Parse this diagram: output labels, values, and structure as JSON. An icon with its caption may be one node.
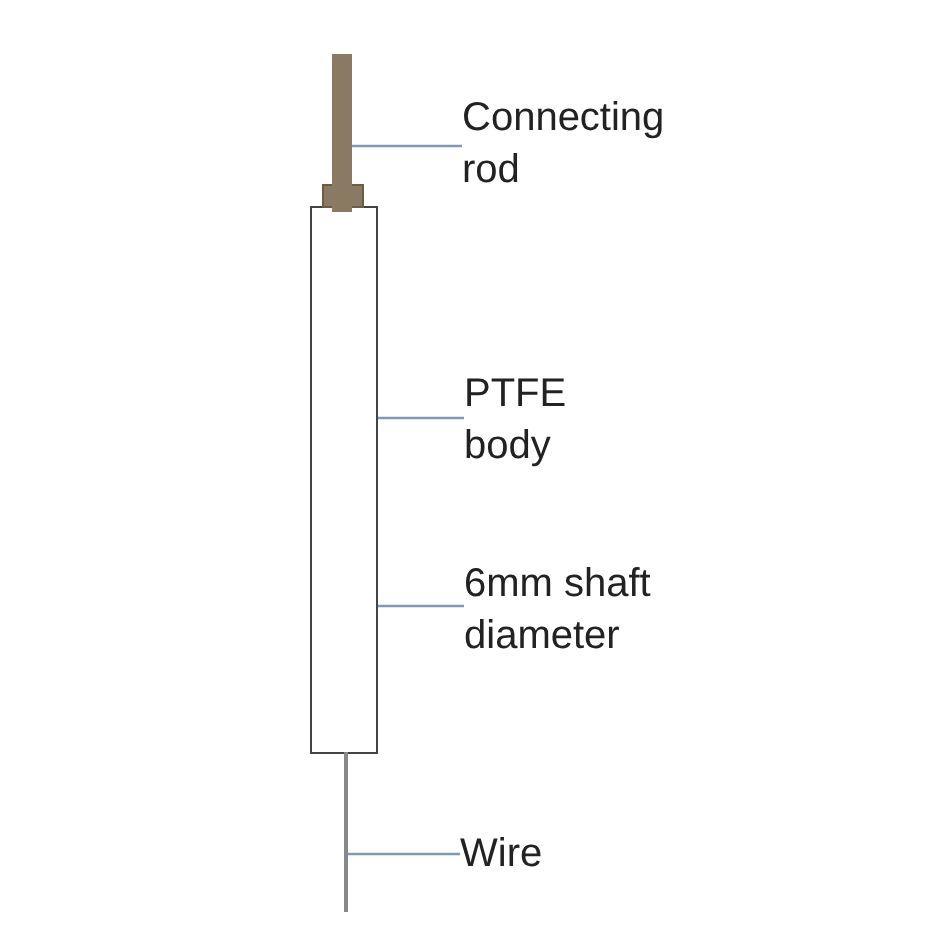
{
  "diagram": {
    "nodes": [
      {
        "text": [
          "Connecting rod"
        ]
      },
      {
        "text": [],
        "shape": "bar"
      },
      {
        "text": [
          "PTFE body"
        ]
      },
      {
        "text": [
          "6mm shaft diameter"
        ]
      },
      {
        "text": [],
        "shape": "box"
      },
      {
        "text": [
          "Wire"
        ]
      },
      {
        "text": [],
        "shape": "bar"
      }
    ],
    "edges": [
      {
        "from": 0,
        "to": 1,
        "arrow": "none"
      },
      {
        "from": 2,
        "to": 4,
        "arrow": "none"
      },
      {
        "from": 3,
        "to": 4,
        "arrow": "none"
      },
      {
        "from": 5,
        "to": 6,
        "arrow": "none"
      }
    ]
  }
}
